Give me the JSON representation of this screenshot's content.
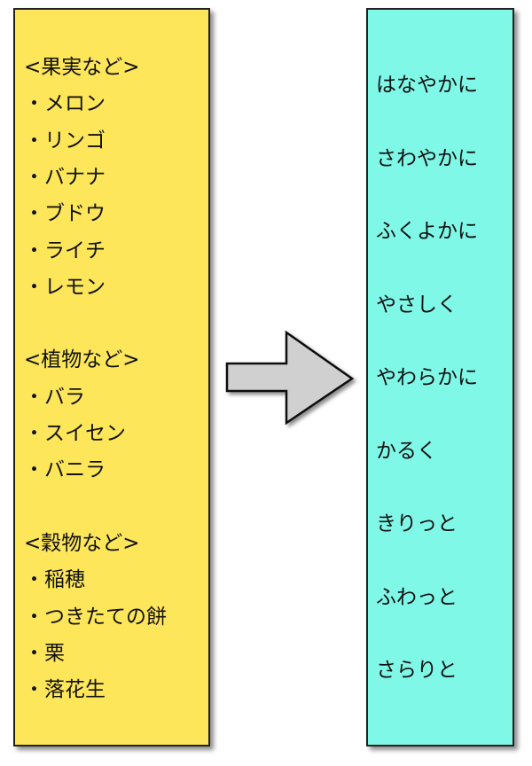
{
  "left_panel": {
    "lines": [
      "<果実など>",
      "・メロン",
      "・リンゴ",
      "・バナナ",
      "・ブドウ",
      "・ライチ",
      "・レモン",
      "",
      "<植物など>",
      "・バラ",
      "・スイセン",
      "・バニラ",
      "",
      "<穀物など>",
      "・稲穂",
      "・つきたての餅",
      "・栗",
      "・落花生"
    ]
  },
  "right_panel": {
    "lines": [
      "はなやかに",
      "さわやかに",
      "ふくよかに",
      "やさしく",
      "やわらかに",
      "かるく",
      "きりっと",
      "ふわっと",
      "さらりと"
    ]
  },
  "colors": {
    "left_bg": "#fde65a",
    "right_bg": "#80f8e8",
    "arrow": "#d0d0d0"
  }
}
